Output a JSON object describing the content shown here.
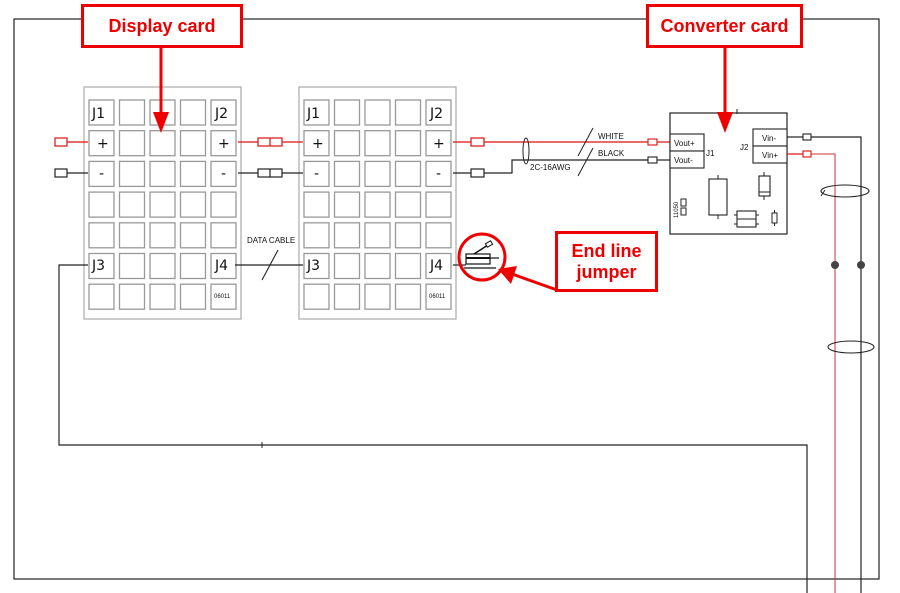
{
  "callouts": {
    "display_card": "Display card",
    "converter_card": "Converter card",
    "end_line_jumper_line1": "End line",
    "end_line_jumper_line2": "jumper"
  },
  "display_cards": [
    {
      "j1": "J1",
      "j2": "J2",
      "j3": "J3",
      "j4": "J4",
      "plus_left": "+",
      "plus_right": "+",
      "minus_left": "-",
      "minus_right": "-",
      "part_code": "06011"
    },
    {
      "j1": "J1",
      "j2": "J2",
      "j3": "J3",
      "j4": "J4",
      "plus_left": "+",
      "plus_right": "+",
      "minus_left": "-",
      "minus_right": "-",
      "part_code": "06011"
    }
  ],
  "wiring": {
    "data_cable_label": "DATA CABLE",
    "white_label": "WHITE",
    "black_label": "BLACK",
    "cable_spec": "2C-16AWG"
  },
  "converter": {
    "vout_plus": "Vout+",
    "vout_minus": "Vout-",
    "j1": "J1",
    "j2": "J2",
    "vin_minus": "Vin-",
    "vin_plus": "Vin+",
    "part_code": "11050"
  },
  "colors": {
    "callout": "#ee0000",
    "positive_wire": "#dd1111",
    "negative_wire": "#222222"
  }
}
